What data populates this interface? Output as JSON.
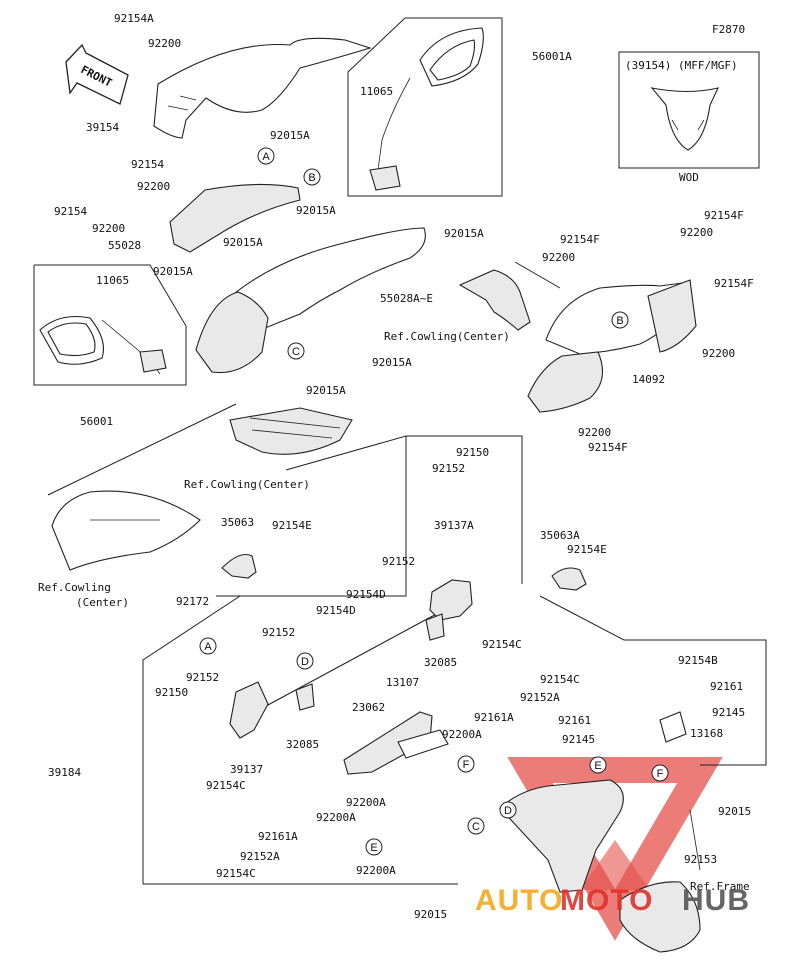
{
  "diagram_code": "F2870",
  "front_arrow_label": "FRONT",
  "inset": {
    "title": "(39154)  (MFF/MGF)",
    "caption": "WOD"
  },
  "watermark": {
    "text": "AUTOMOTOHUB",
    "color_red": "#e0322b",
    "color_orange": "#f2a81d",
    "color_grey": "#555555"
  },
  "callouts": [
    "A",
    "B",
    "C",
    "D",
    "E",
    "F"
  ],
  "part_labels": [
    "92154A",
    "92200",
    "39154",
    "92015A",
    "92154",
    "92200",
    "92154",
    "92200",
    "55028",
    "92015A",
    "92015A",
    "92015A",
    "11065",
    "56001A",
    "92015A",
    "55028A~E",
    "Ref.Cowling(Center)",
    "92015A",
    "92015A",
    "11065",
    "56001",
    "92154F",
    "92200",
    "92154F",
    "92200",
    "92154F",
    "92200",
    "14092",
    "92200",
    "92154F",
    "Ref.Cowling(Center)",
    "Ref.Cowling",
    "(Center)",
    "92172",
    "35063",
    "92154E",
    "92150",
    "92152",
    "39137A",
    "35063A",
    "92154E",
    "92152",
    "92154D",
    "92154D",
    "92154C",
    "32085",
    "92152",
    "13107",
    "92152",
    "92150",
    "39137",
    "32085",
    "92154C",
    "39184",
    "23062",
    "92200A",
    "92161A",
    "92152A",
    "92154C",
    "92200A",
    "92200A",
    "92161A",
    "92152A",
    "92154C",
    "92200A",
    "92154B",
    "92161",
    "92145",
    "92161",
    "92145",
    "13168",
    "92015",
    "92153",
    "Ref.Frame",
    "92015"
  ]
}
